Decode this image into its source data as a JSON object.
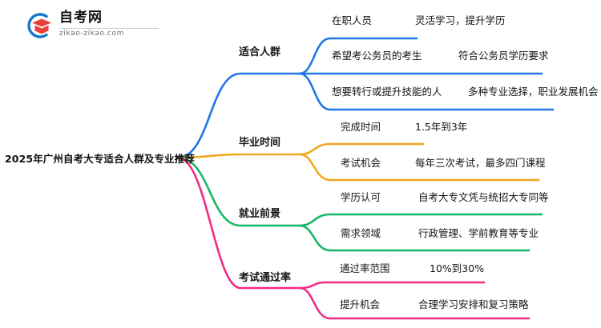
{
  "logo": {
    "name": "自考网",
    "url": "zikao-zikao.com",
    "mark_colors": {
      "arc": "#1677c9",
      "cap": "#e8413c"
    }
  },
  "mindmap": {
    "type": "mindmap",
    "root": "2025年广州自考大专适合人群及专业推荐",
    "branch_colors": [
      "#2176e8",
      "#efa81e",
      "#17b667",
      "#ef2c83"
    ],
    "branches": [
      {
        "label": "适合人群",
        "color": "#2176e8",
        "children": [
          {
            "key": "在职人员",
            "value": "灵活学习，提升学历"
          },
          {
            "key": "希望考公务员的考生",
            "value": "符合公务员学历要求"
          },
          {
            "key": "想要转行或提升技能的人",
            "value": "多种专业选择，职业发展机会"
          }
        ]
      },
      {
        "label": "毕业时间",
        "color": "#efa81e",
        "children": [
          {
            "key": "完成时间",
            "value": "1.5年到3年"
          },
          {
            "key": "考试机会",
            "value": "每年三次考试，最多四门课程"
          }
        ]
      },
      {
        "label": "就业前景",
        "color": "#17b667",
        "children": [
          {
            "key": "学历认可",
            "value": "自考大专文凭与统招大专同等"
          },
          {
            "key": "需求领域",
            "value": "行政管理、学前教育等专业"
          }
        ]
      },
      {
        "label": "考试通过率",
        "color": "#ef2c83",
        "children": [
          {
            "key": "通过率范围",
            "value": "10%到30%"
          },
          {
            "key": "提升机会",
            "value": "合理学习安排和复习策略"
          }
        ]
      }
    ]
  }
}
